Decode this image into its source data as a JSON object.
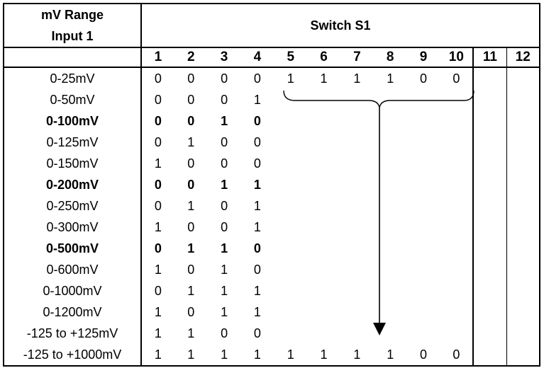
{
  "header": {
    "range_title_line1": "mV Range",
    "range_title_line2": "Input 1",
    "switch_title": "Switch S1"
  },
  "switch_numbers": [
    "1",
    "2",
    "3",
    "4",
    "5",
    "6",
    "7",
    "8",
    "9",
    "10",
    "11",
    "12"
  ],
  "rows": [
    {
      "range": "0-25mV",
      "bold": false,
      "bits": [
        "0",
        "0",
        "0",
        "0",
        "1",
        "1",
        "1",
        "1",
        "0",
        "0"
      ]
    },
    {
      "range": "0-50mV",
      "bold": false,
      "bits": [
        "0",
        "0",
        "0",
        "1"
      ]
    },
    {
      "range": "0-100mV",
      "bold": true,
      "bits": [
        "0",
        "0",
        "1",
        "0"
      ]
    },
    {
      "range": "0-125mV",
      "bold": false,
      "bits": [
        "0",
        "1",
        "0",
        "0"
      ]
    },
    {
      "range": "0-150mV",
      "bold": false,
      "bits": [
        "1",
        "0",
        "0",
        "0"
      ]
    },
    {
      "range": "0-200mV",
      "bold": true,
      "bits": [
        "0",
        "0",
        "1",
        "1"
      ]
    },
    {
      "range": "0-250mV",
      "bold": false,
      "bits": [
        "0",
        "1",
        "0",
        "1"
      ]
    },
    {
      "range": "0-300mV",
      "bold": false,
      "bits": [
        "1",
        "0",
        "0",
        "1"
      ]
    },
    {
      "range": "0-500mV",
      "bold": true,
      "bits": [
        "0",
        "1",
        "1",
        "0"
      ]
    },
    {
      "range": "0-600mV",
      "bold": false,
      "bits": [
        "1",
        "0",
        "1",
        "0"
      ]
    },
    {
      "range": "0-1000mV",
      "bold": false,
      "bits": [
        "0",
        "1",
        "1",
        "1"
      ]
    },
    {
      "range": "0-1200mV",
      "bold": false,
      "bits": [
        "1",
        "0",
        "1",
        "1"
      ]
    },
    {
      "range": "-125 to +125mV",
      "bold": false,
      "bits": [
        "1",
        "1",
        "0",
        "0"
      ]
    },
    {
      "range": "-125 to +1000mV",
      "bold": false,
      "bits": [
        "1",
        "1",
        "1",
        "1",
        "1",
        "1",
        "1",
        "1",
        "0",
        "0"
      ]
    }
  ],
  "annotation": {
    "type": "brace-with-down-arrow",
    "color": "#000000"
  }
}
